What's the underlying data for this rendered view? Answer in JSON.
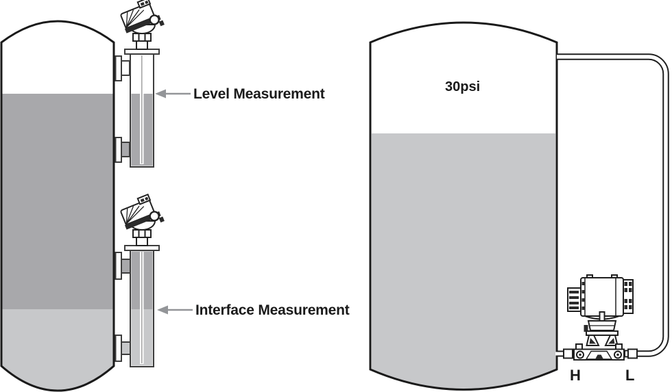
{
  "labels": {
    "level_measurement": "Level Measurement",
    "interface_measurement": "Interface Measurement",
    "tank_pressure": "30psi",
    "high_side": "H",
    "low_side": "L"
  },
  "colors": {
    "upper_liquid": "#a8a8ab",
    "lower_liquid": "#c7c8ca",
    "outline": "#1a1a1a",
    "arrow": "#939598",
    "background": "#ffffff",
    "instrument_dark": "#2b2b2b"
  }
}
